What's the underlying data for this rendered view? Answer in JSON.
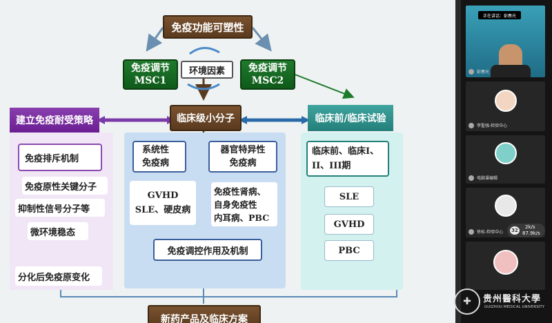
{
  "slide": {
    "title": "免疫功能可塑性",
    "msc1": {
      "line1": "免疫调节",
      "line2": "MSC1"
    },
    "msc2": {
      "line1": "免疫调节",
      "line2": "MSC2"
    },
    "env_factor": "环境因素",
    "left_header": "建立免疫耐受策略",
    "center_header": "临床级小分子",
    "right_header": "临床前/临床试验",
    "left_items": [
      "免疫排斥机制",
      "免疫原性关键分子",
      "抑制性信号分子等",
      "微环境稳态",
      "分化后免疫原变化"
    ],
    "center": {
      "systemic": {
        "line1": "系统性",
        "line2": "免疫病"
      },
      "organ": {
        "line1": "器官特异性",
        "line2": "免疫病"
      },
      "gvhd_sle": {
        "line1": "GVHD",
        "line2": "SLE、硬皮病"
      },
      "kidney": {
        "line1": "免疫性肾病、",
        "line2": "自身免疫性",
        "line3": "内耳病、PBC"
      },
      "mechanism": "免疫调控作用及机制"
    },
    "right": {
      "phases": {
        "line1": "临床前、临床I、",
        "line2": "II、III期"
      },
      "items": [
        "SLE",
        "GVHD",
        "PBC"
      ]
    },
    "bottom": "新药产品及临床方案"
  },
  "sidebar": {
    "speaker_badge": "正在讲话：彭春光",
    "participants": [
      {
        "name": "彭春光"
      },
      {
        "name": "李聖强-检验中心"
      },
      {
        "name": "电脑课编辑"
      },
      {
        "name": "徐松-检验中心"
      },
      {
        "name": ""
      }
    ],
    "count": "32",
    "stats": {
      "up": "2k/s",
      "down": "87.9k/s"
    }
  },
  "watermark": {
    "cn": "贵州醫科大學",
    "en": "GUIZHOU MEDICAL UNIVERSITY"
  }
}
